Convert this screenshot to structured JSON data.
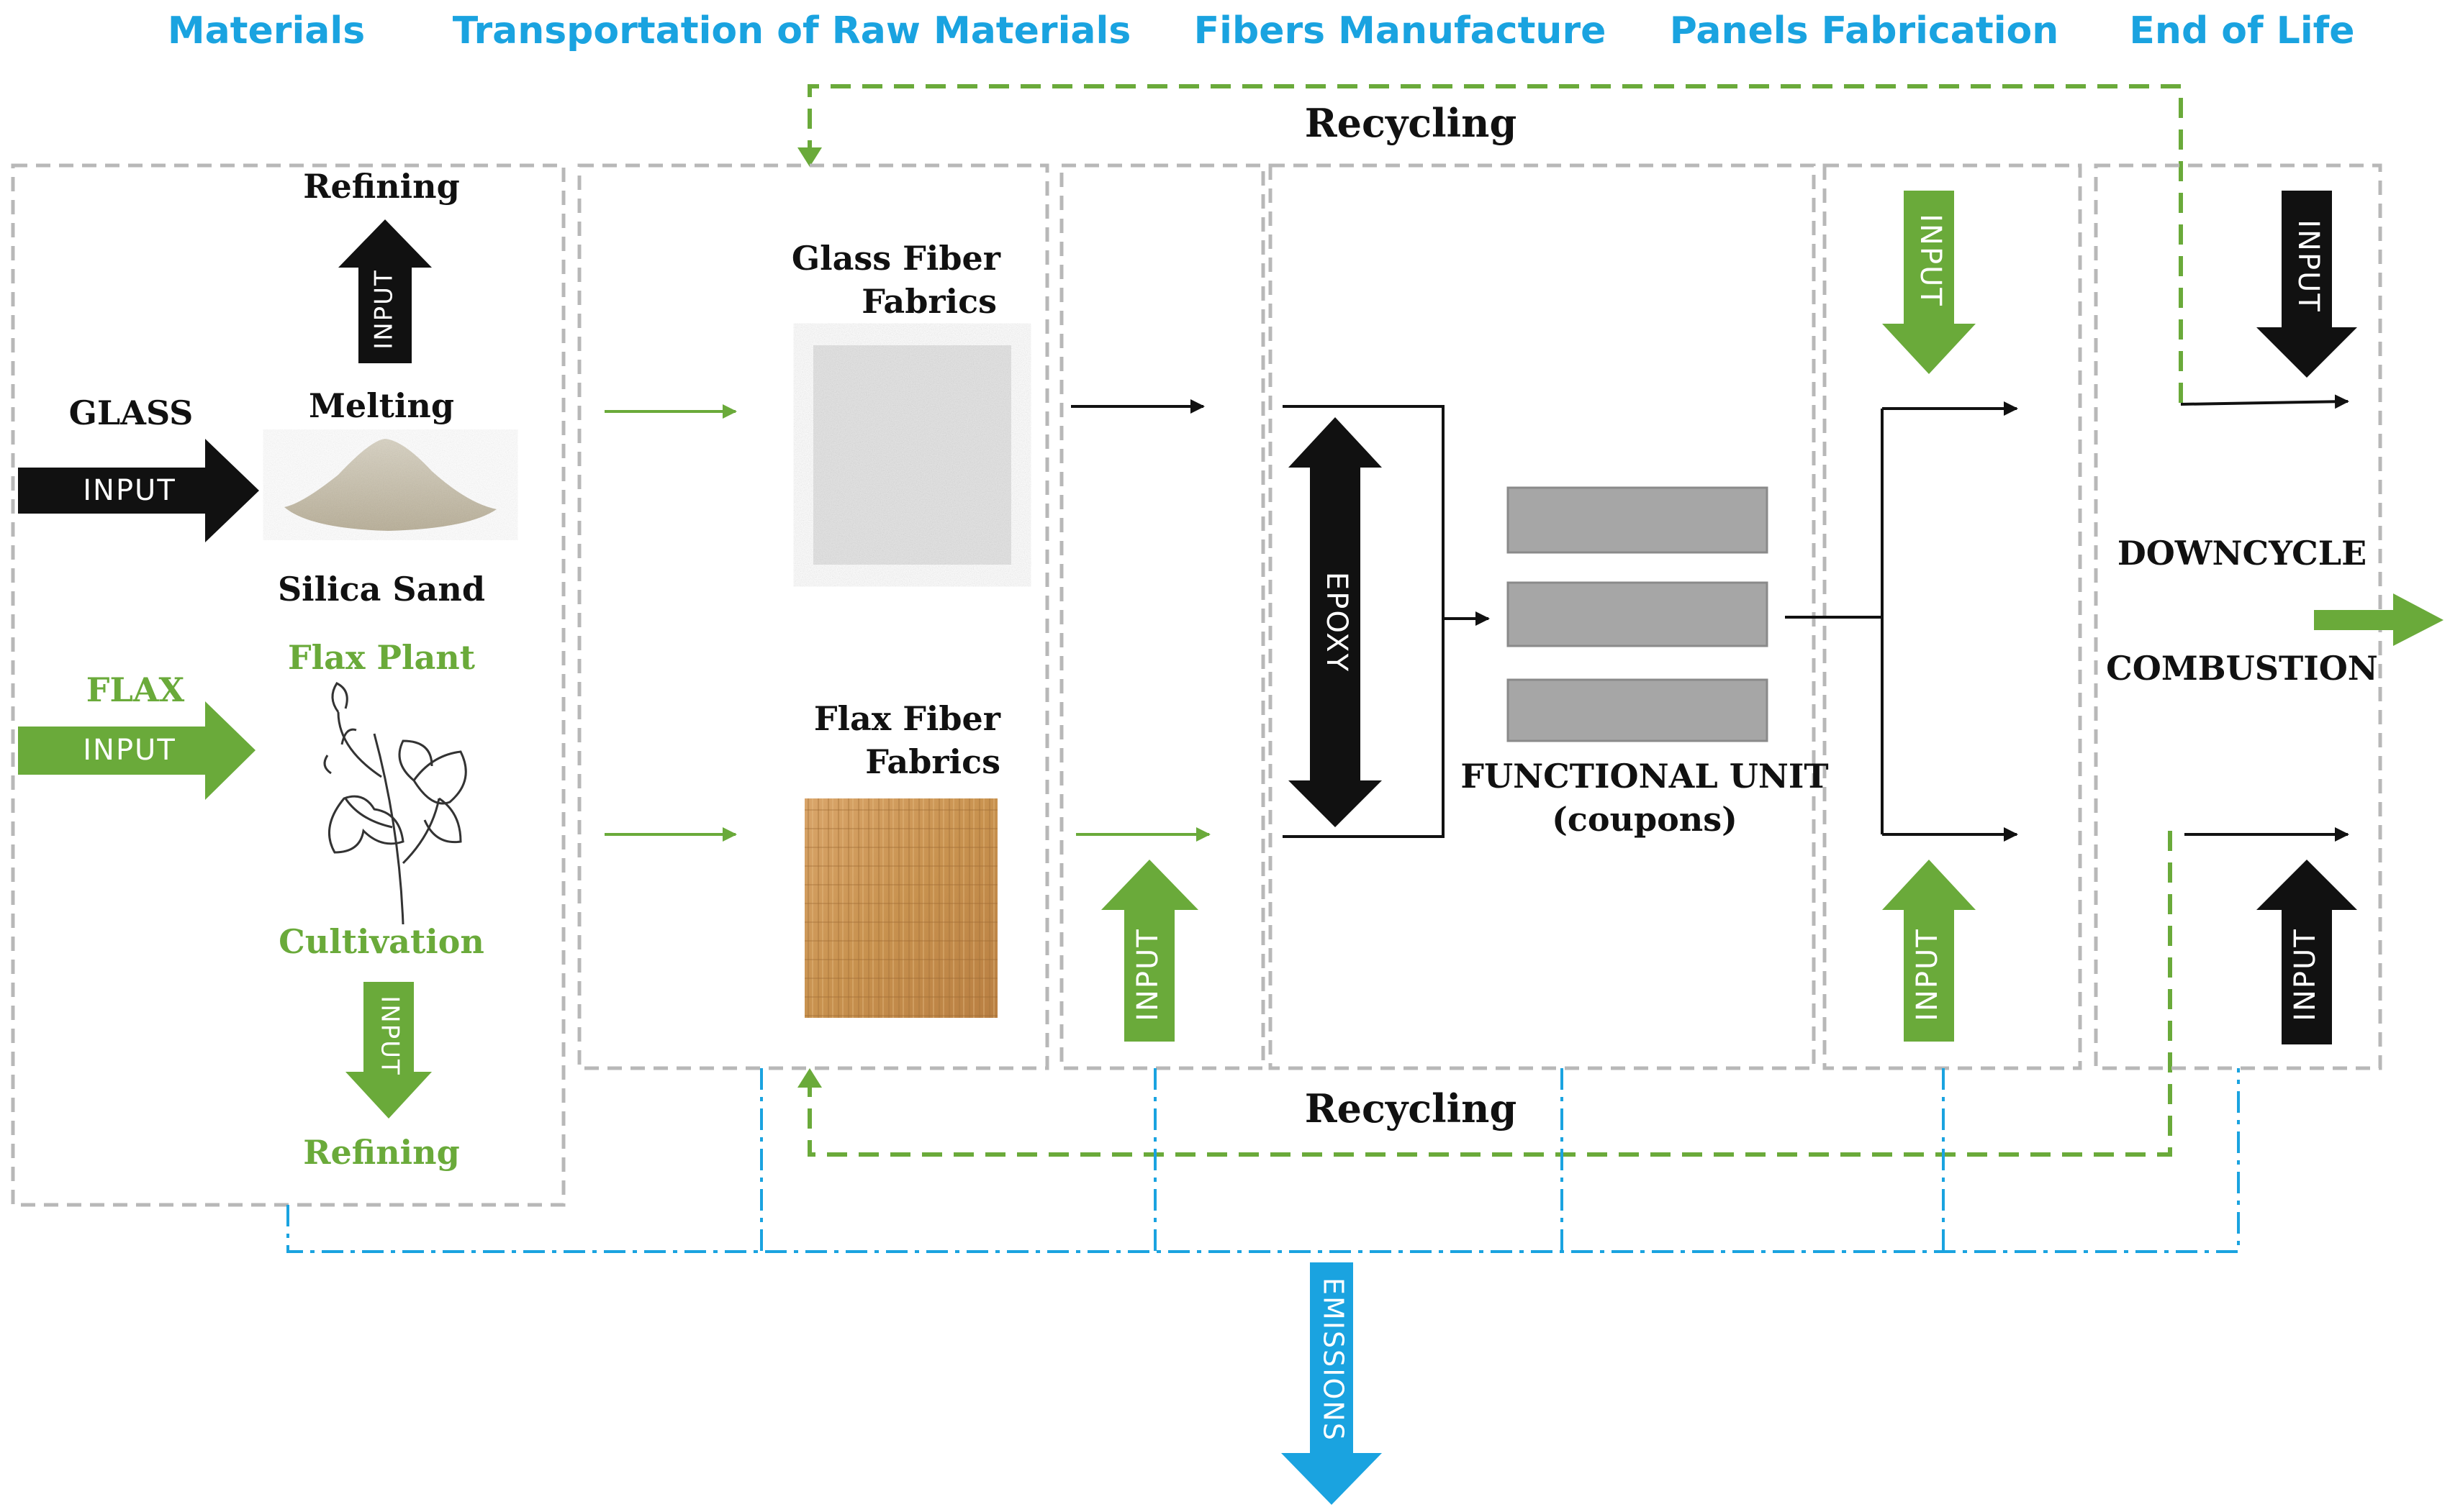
{
  "stages": [
    {
      "id": "materials",
      "label": "Materials"
    },
    {
      "id": "transport",
      "label": "Transportation of Raw Materials"
    },
    {
      "id": "fibers",
      "label": "Fibers Manufacture"
    },
    {
      "id": "panels",
      "label": "Panels Fabrication"
    },
    {
      "id": "eol",
      "label": "End of Life"
    }
  ],
  "recycling_top": "Recycling",
  "recycling_bottom": "Recycling",
  "materials": {
    "glass": "GLASS",
    "flax": "FLAX",
    "refining_top": "Refining",
    "melting": "Melting",
    "silica_sand": "Silica Sand",
    "flax_plant": "Flax Plant",
    "cultivation": "Cultivation",
    "refining_bottom": "Refining"
  },
  "fabrics": {
    "glass_line1": "Glass Fiber",
    "glass_line2": "Fabrics",
    "flax_line1": "Flax Fiber",
    "flax_line2": "Fabrics"
  },
  "manufacture": {
    "epoxy": "EPOXY",
    "functional_unit_line1": "FUNCTIONAL UNIT",
    "functional_unit_line2": "(coupons)"
  },
  "end_of_life": {
    "downcycle": "DOWNCYCLE",
    "combustion": "COMBUSTION"
  },
  "input_label": "INPUT",
  "emissions": "EMISSIONS",
  "colors": {
    "stage_blue": "#1aa3e0",
    "green": "#6aaa3a",
    "black": "#111111",
    "box_gray": "#b8b8b8",
    "coupon_gray": "#a6a6a6"
  }
}
